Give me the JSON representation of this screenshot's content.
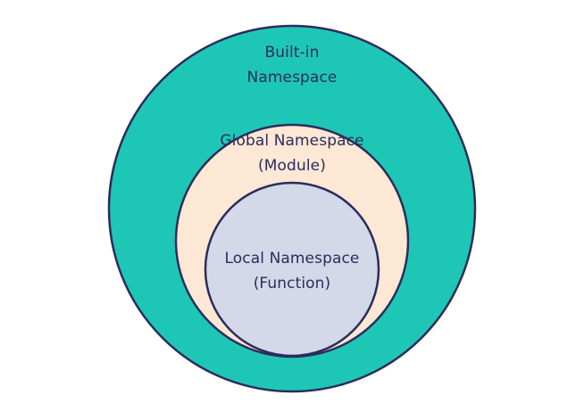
{
  "colors": {
    "builtin_fill": "#1ec7b5",
    "global_fill": "#fde7d5",
    "local_fill": "#d3d9e8",
    "outline": "#2c2c5c",
    "text": "#2c2c5c"
  },
  "builtin": {
    "line1": "Built-in",
    "line2": "Namespace"
  },
  "global": {
    "line1": "Global Namespace",
    "line2": "(Module)"
  },
  "local": {
    "line1": "Local Namespace",
    "line2": "(Function)"
  }
}
